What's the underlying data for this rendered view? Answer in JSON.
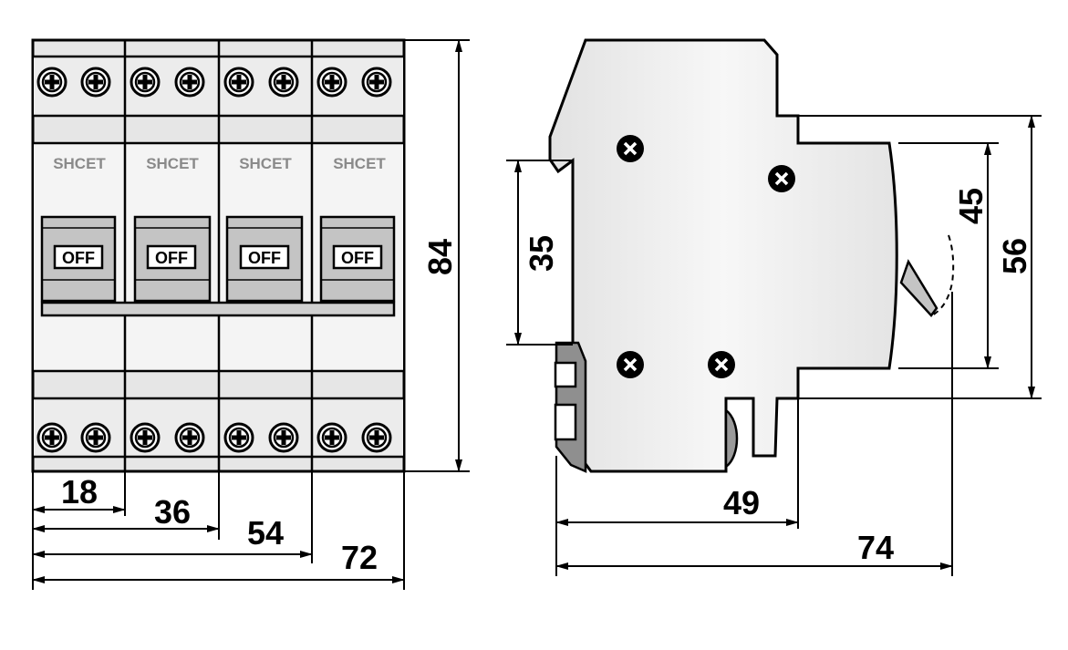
{
  "breaker": {
    "poles": [
      {
        "brand": "SHCET",
        "switch_state": "OFF"
      },
      {
        "brand": "SHCET",
        "switch_state": "OFF"
      },
      {
        "brand": "SHCET",
        "switch_state": "OFF"
      },
      {
        "brand": "SHCET",
        "switch_state": "OFF"
      }
    ]
  },
  "dimensions": {
    "width_1_pole": "18",
    "width_2_pole": "36",
    "width_3_pole": "54",
    "width_4_pole": "72",
    "height": "84",
    "rail_height": "35",
    "cover_height": "45",
    "body_height": "56",
    "mount_depth": "49",
    "total_depth": "74"
  },
  "colors": {
    "body_fill": "#e6e6e6",
    "side_fill": "#ededed",
    "handle_fill": "#c4c4c4",
    "clip_fill": "#8f8f8f",
    "line": "#000000"
  }
}
